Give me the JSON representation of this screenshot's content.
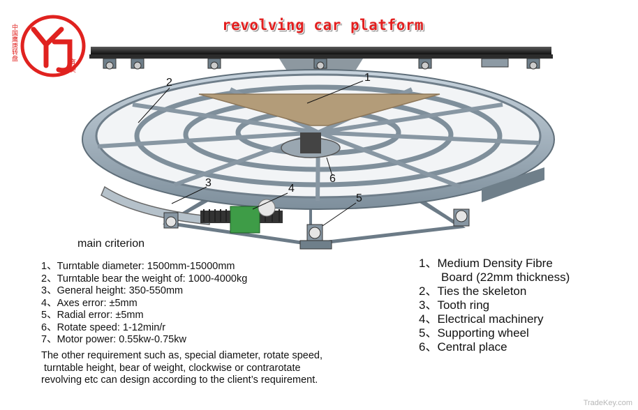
{
  "logo": {
    "vertical_text": "中国鹰唐转盘",
    "corner_text": "育庚",
    "colors": {
      "brand": "#e0221f"
    }
  },
  "title": "revolving car platform",
  "callouts": [
    "1",
    "2",
    "3",
    "4",
    "5",
    "6"
  ],
  "criterion": {
    "heading": "main criterion",
    "items": [
      "1、Turntable diameter: 1500mm-15000mm",
      "2、Turntable bear the weight of: 1000-4000kg",
      "3、General height: 350-550mm",
      "4、Axes error: ±5mm",
      "5、Radial error: ±5mm",
      "6、Rotate speed: 1-12min/r",
      "7、Motor power: 0.55kw-0.75kw"
    ],
    "note_lines": [
      "The other requirement such as, special diameter, rotate speed,",
      " turntable height, bear of weight, clockwise or contrarotate",
      "revolving etc can design according to the client’s requirement."
    ]
  },
  "legend": [
    {
      "label": "1、Medium Density Fibre",
      "cont": "Board (22mm thickness)"
    },
    {
      "label": "2、Ties the skeleton"
    },
    {
      "label": "3、Tooth ring"
    },
    {
      "label": "4、Electrical machinery"
    },
    {
      "label": "5、Supporting wheel"
    },
    {
      "label": "6、Central place"
    }
  ],
  "watermark": "TradeKey.com"
}
